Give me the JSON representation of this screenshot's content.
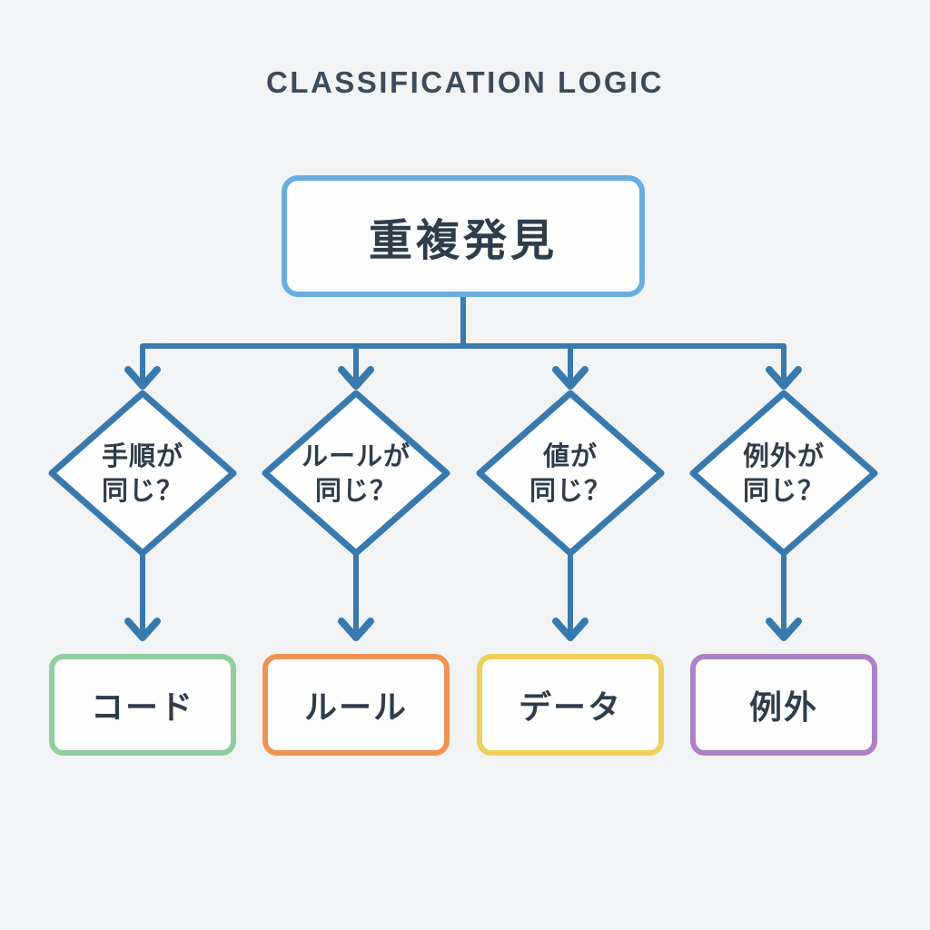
{
  "title": "CLASSIFICATION LOGIC",
  "root": {
    "label": "重複発見"
  },
  "branches": [
    {
      "question_line1": "手順が",
      "question_line2": "同じ？",
      "result": "コード",
      "result_border_color": "#8fce9e"
    },
    {
      "question_line1": "ルールが",
      "question_line2": "同じ？",
      "result": "ルール",
      "result_border_color": "#ef9355"
    },
    {
      "question_line1": "値が",
      "question_line2": "同じ？",
      "result": "データ",
      "result_border_color": "#ecd05b"
    },
    {
      "question_line1": "例外が",
      "question_line2": "同じ？",
      "result": "例外",
      "result_border_color": "#ac80c4"
    }
  ],
  "colors": {
    "background": "#f2f3f4",
    "title_text": "#3c4b5a",
    "node_text": "#2e3d4b",
    "connector": "#3879ae",
    "root_border": "#69ade0",
    "node_fill": "#fdfdfe"
  }
}
